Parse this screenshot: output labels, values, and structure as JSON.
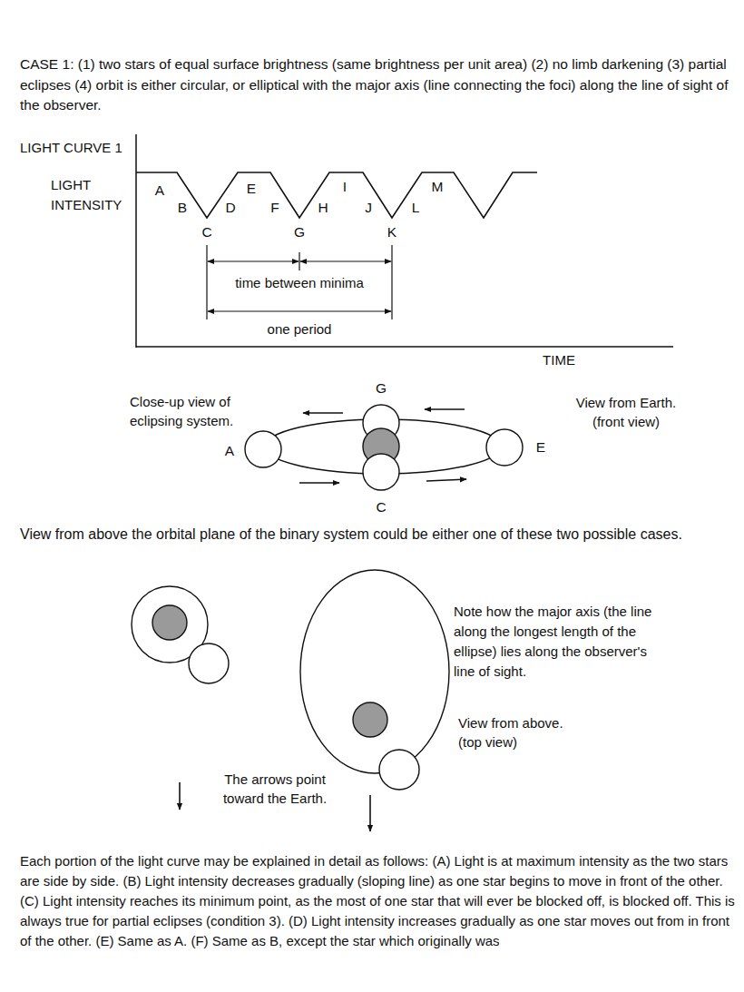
{
  "diagram": {
    "labels": [
      "CASE 1: (1) two stars of equal surface brightness (same brightness per unit area) (2) no limb darkening (3) partial eclipses (4) orbit is either circular, or elliptical with the major axis (line connecting the foci) along the line of sight of the observer.",
      "LIGHT CURVE 1",
      "LIGHT INTENSITY",
      "A",
      "B",
      "C",
      "D",
      "E",
      "F",
      "G",
      "H",
      "I",
      "J",
      "K",
      "L",
      "M",
      "time between minima",
      "one period",
      "TIME",
      "Close-up view of eclipsing system.",
      "A",
      "G",
      "E",
      "C",
      "View from Earth. (front view)",
      "View from above the orbital plane of the binary system could be either one of these two possible cases.",
      "Note how the major axis (the line along the longest length of the ellipse) lies along the observer's line of sight.",
      "View from above. (top view)",
      "The arrows point toward the Earth.",
      "Each portion of the light curve may be explained in detail as follows: (A) Light is at maximum intensity as the two stars are side by side. (B) Light intensity decreases gradually (sloping line) as one star begins to move in front of the other. (C) Light intensity reaches its minimum point, as the most of one star that will ever be blocked off, is blocked off. This is always true for partial eclipses (condition 3). (D) Light intensity increases gradually as one star moves out from in front of the other. (E) Same as A. (F) Same as B, except the star which originally was"
    ]
  }
}
